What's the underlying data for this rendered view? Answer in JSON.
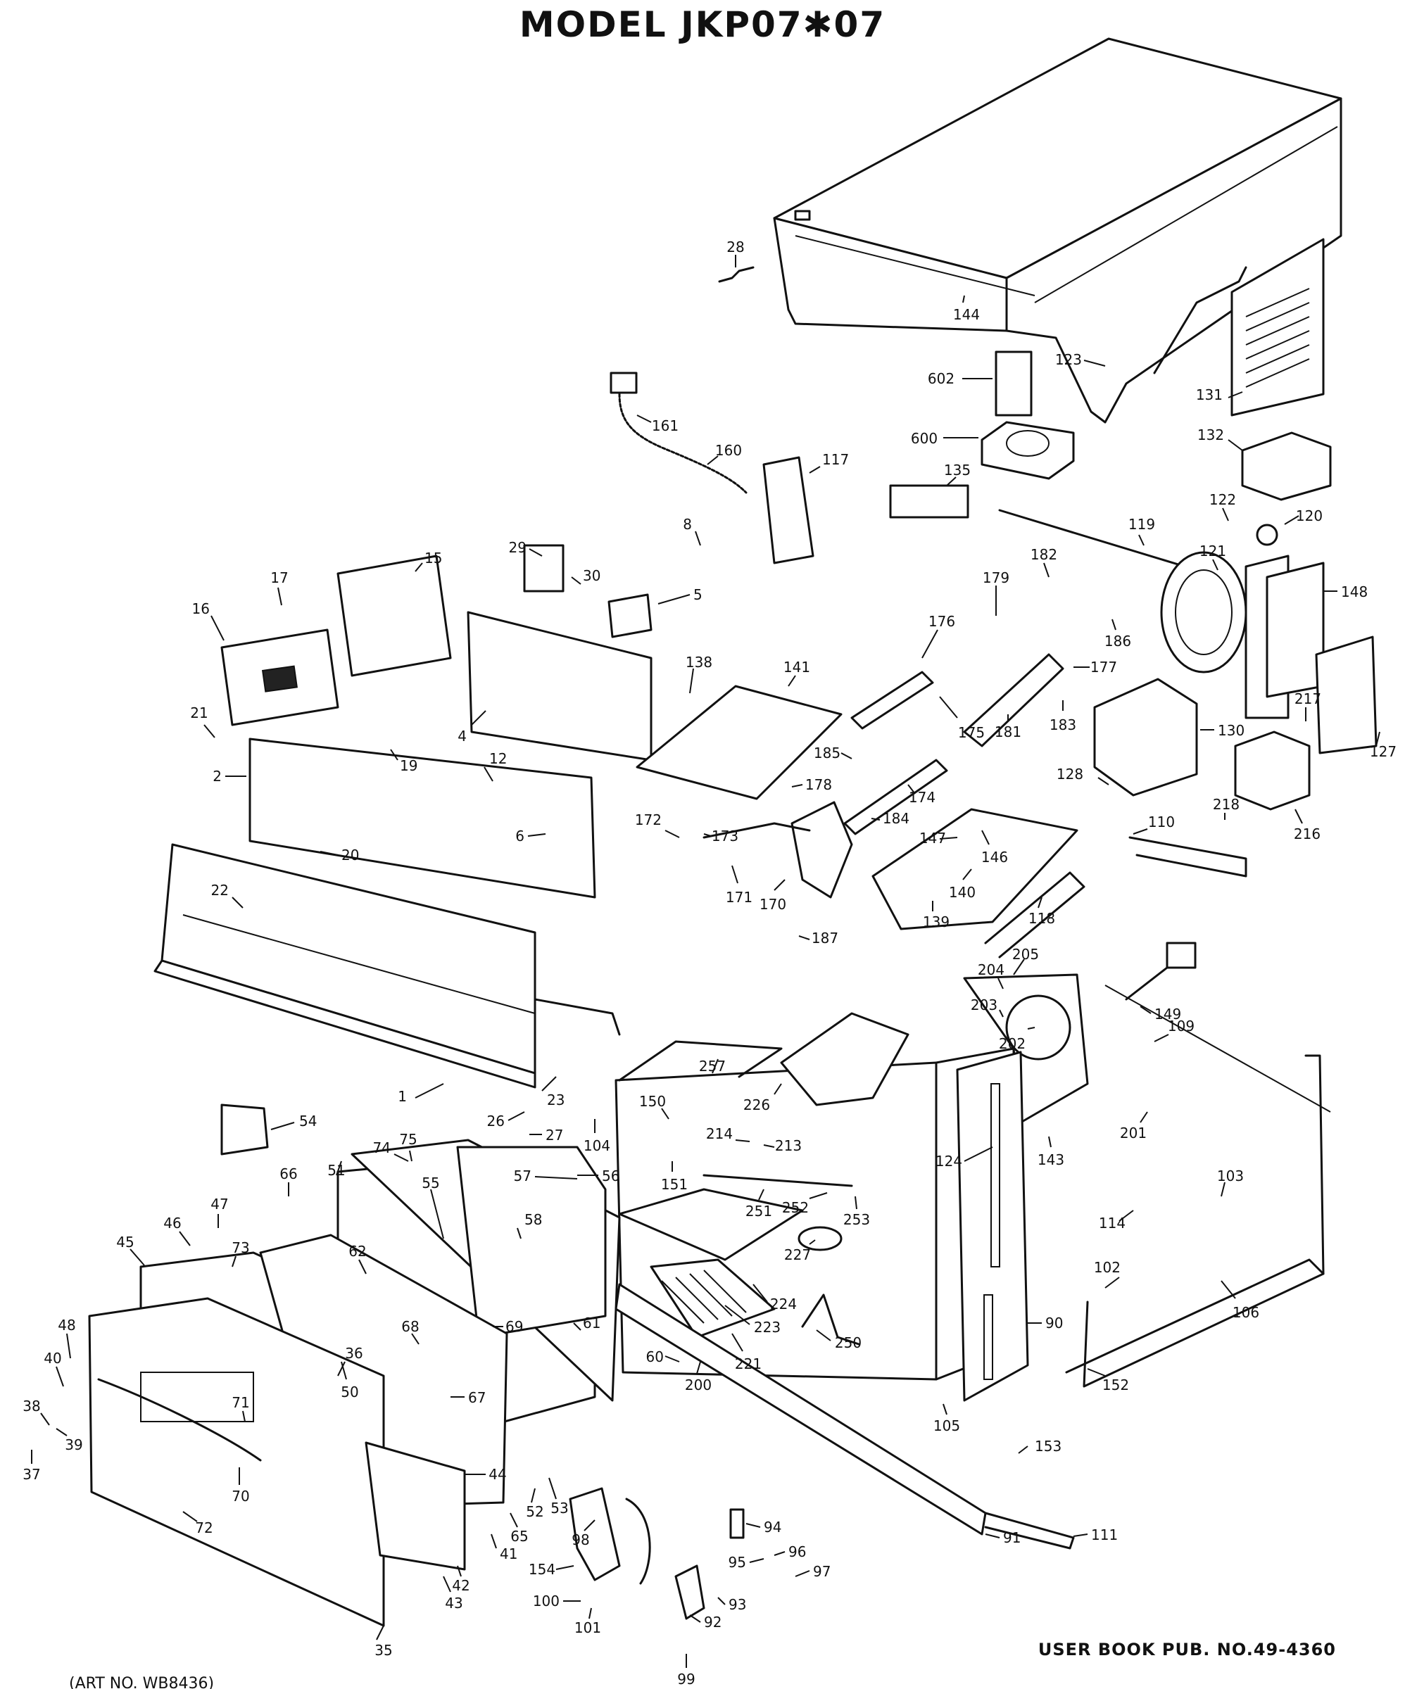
{
  "header": {
    "title": "MODEL JKP07✱07"
  },
  "footer": {
    "publication": "USER BOOK PUB. NO.49-4360",
    "art_number": "(ART NO. WB8436)"
  },
  "diagram": {
    "callouts": [
      "1",
      "2",
      "4",
      "5",
      "6",
      "8",
      "12",
      "15",
      "16",
      "17",
      "19",
      "20",
      "21",
      "22",
      "23",
      "26",
      "27",
      "28",
      "29",
      "30",
      "35",
      "36",
      "37",
      "38",
      "39",
      "40",
      "41",
      "42",
      "43",
      "44",
      "45",
      "46",
      "47",
      "48",
      "50",
      "51",
      "52",
      "53",
      "54",
      "55",
      "56",
      "57",
      "58",
      "60",
      "61",
      "62",
      "65",
      "66",
      "67",
      "68",
      "69",
      "70",
      "71",
      "72",
      "73",
      "74",
      "75",
      "90",
      "91",
      "92",
      "93",
      "94",
      "95",
      "96",
      "97",
      "98",
      "99",
      "100",
      "101",
      "102",
      "103",
      "104",
      "105",
      "106",
      "109",
      "110",
      "111",
      "114",
      "117",
      "118",
      "119",
      "120",
      "121",
      "122",
      "123",
      "124",
      "127",
      "128",
      "130",
      "131",
      "132",
      "135",
      "138",
      "139",
      "140",
      "141",
      "143",
      "144",
      "146",
      "147",
      "148",
      "149",
      "150",
      "151",
      "152",
      "153",
      "154",
      "160",
      "161",
      "170",
      "171",
      "172",
      "173",
      "174",
      "175",
      "176",
      "177",
      "178",
      "179",
      "181",
      "182",
      "183",
      "184",
      "185",
      "186",
      "187",
      "200",
      "201",
      "202",
      "203",
      "204",
      "205",
      "213",
      "214",
      "216",
      "217",
      "218",
      "221",
      "223",
      "224",
      "226",
      "227",
      "250",
      "251",
      "252",
      "253",
      "257",
      "600",
      "602"
    ]
  }
}
